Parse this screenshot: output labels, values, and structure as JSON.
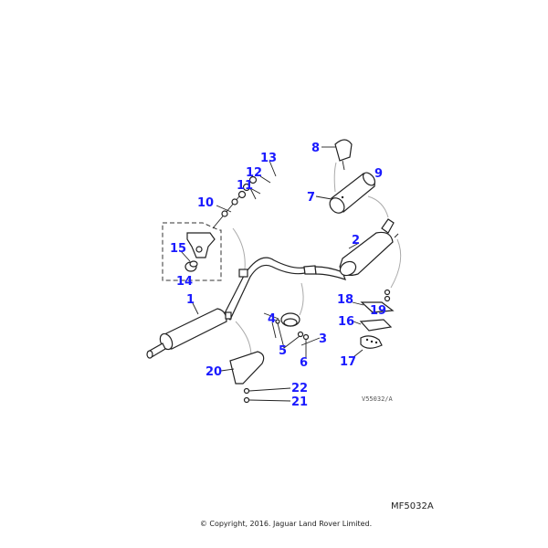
{
  "diagram": {
    "callouts": [
      "1",
      "2",
      "3",
      "4",
      "5",
      "6",
      "7",
      "8",
      "9",
      "10",
      "11",
      "12",
      "13",
      "14",
      "15",
      "16",
      "17",
      "18",
      "19",
      "20",
      "21",
      "22"
    ],
    "drawing_ref": "V55032/A",
    "diagram_code": "MF5032A",
    "copyright": "© Copyright, 2016. Jaguar Land Rover Limited.",
    "label_color": "#1a1aff"
  }
}
